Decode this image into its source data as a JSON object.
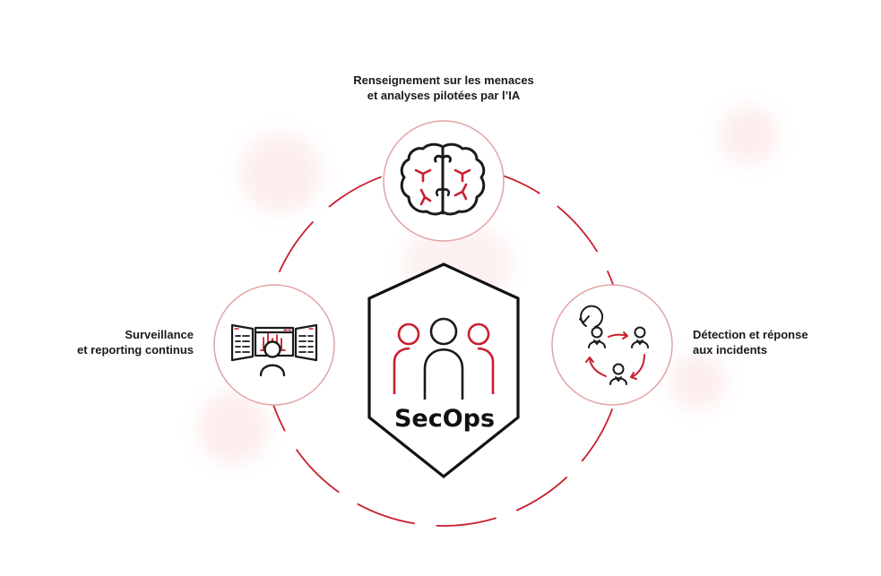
{
  "diagram": {
    "title": "SecOps",
    "colors": {
      "accent": "#c8202f",
      "node_ring": "#e4a3a3",
      "ink": "#1a1a1a",
      "blob": "#fbe3e3",
      "background": "#ffffff"
    },
    "center": {
      "label": "SecOps",
      "icon": "shield-team-icon"
    },
    "nodes": [
      {
        "id": "threat-intel",
        "position": "top",
        "icon": "brain-icon",
        "label_lines": [
          "Renseignement sur les menaces",
          "et analyses pilotées par l’IA"
        ]
      },
      {
        "id": "monitoring",
        "position": "left",
        "icon": "monitoring-dashboard-icon",
        "label_lines": [
          "Surveillance",
          "et reporting continus"
        ]
      },
      {
        "id": "incident-response",
        "position": "right",
        "icon": "incident-response-cycle-icon",
        "label_lines": [
          "Détection et réponse",
          "aux incidents"
        ]
      }
    ]
  }
}
